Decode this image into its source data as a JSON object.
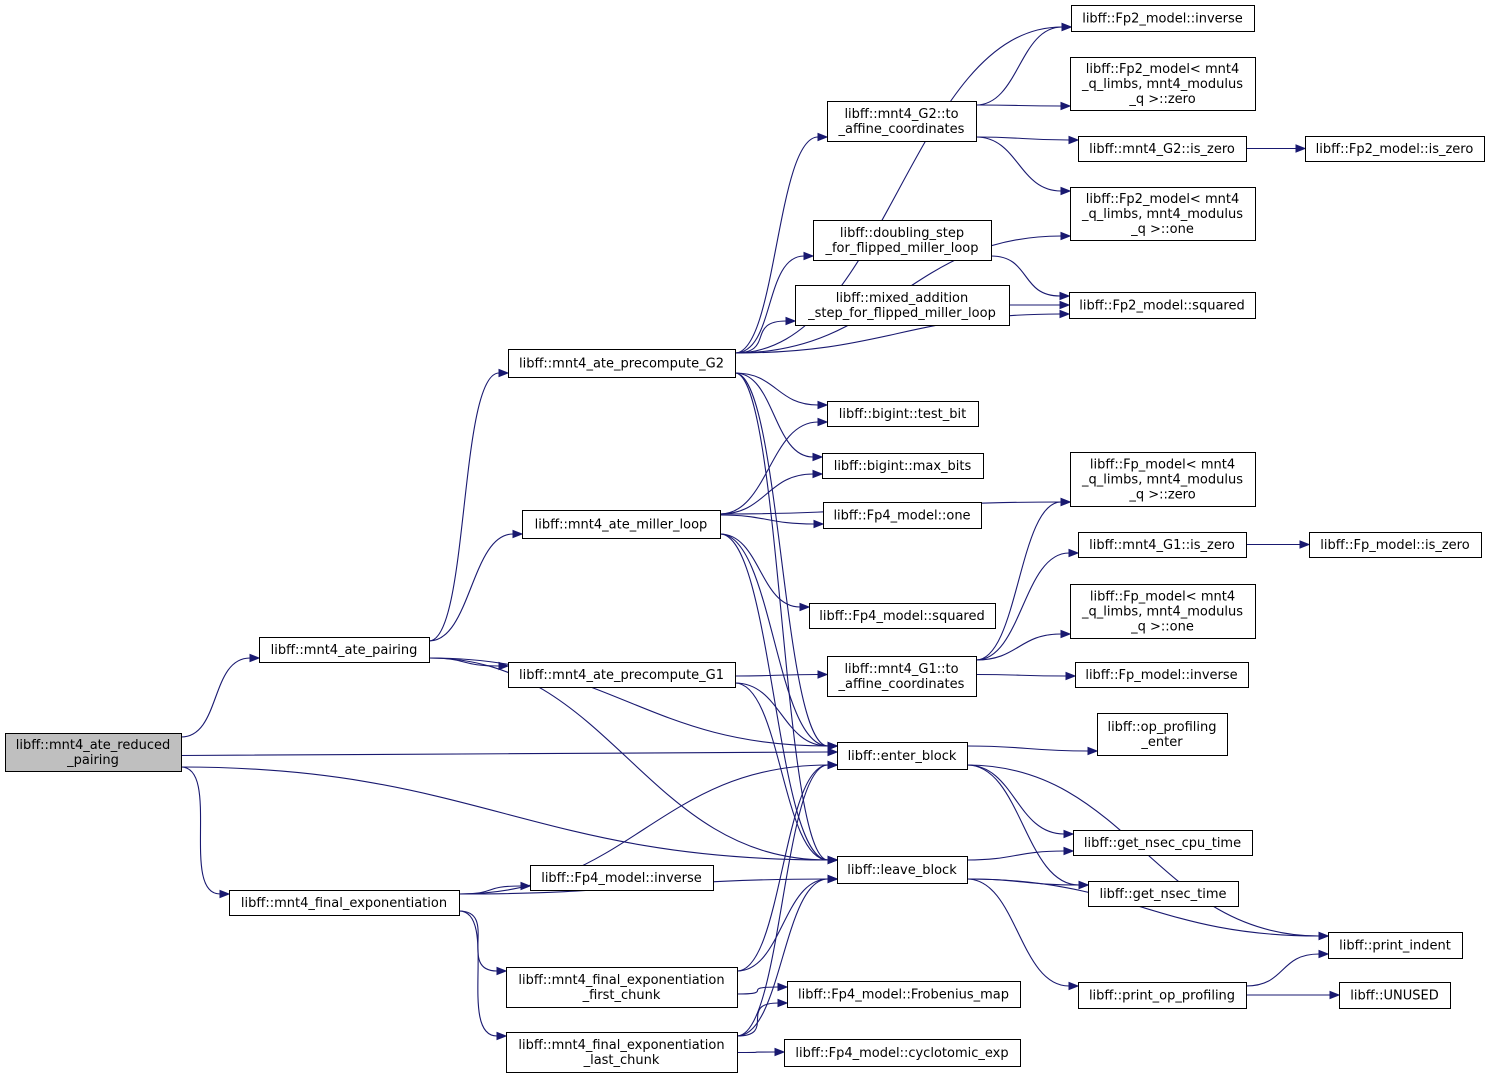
{
  "nodes": [
    {
      "id": "root",
      "lines": [
        "libff::mnt4_ate_reduced",
        "_pairing"
      ],
      "root": true
    },
    {
      "id": "ate_pairing",
      "lines": [
        "libff::mnt4_ate_pairing"
      ]
    },
    {
      "id": "final_exp",
      "lines": [
        "libff::mnt4_final_exponentiation"
      ]
    },
    {
      "id": "pre_G2",
      "lines": [
        "libff::mnt4_ate_precompute_G2"
      ]
    },
    {
      "id": "miller",
      "lines": [
        "libff::mnt4_ate_miller_loop"
      ]
    },
    {
      "id": "pre_G1",
      "lines": [
        "libff::mnt4_ate_precompute_G1"
      ]
    },
    {
      "id": "fp4_inverse",
      "lines": [
        "libff::Fp4_model::inverse"
      ]
    },
    {
      "id": "first_chunk",
      "lines": [
        "libff::mnt4_final_exponentiation",
        "_first_chunk"
      ]
    },
    {
      "id": "last_chunk",
      "lines": [
        "libff::mnt4_final_exponentiation",
        "_last_chunk"
      ]
    },
    {
      "id": "g2_affine",
      "lines": [
        "libff::mnt4_G2::to",
        "_affine_coordinates"
      ]
    },
    {
      "id": "doubling",
      "lines": [
        "libff::doubling_step",
        "_for_flipped_miller_loop"
      ]
    },
    {
      "id": "mixed_add",
      "lines": [
        "libff::mixed_addition",
        "_step_for_flipped_miller_loop"
      ]
    },
    {
      "id": "test_bit",
      "lines": [
        "libff::bigint::test_bit"
      ]
    },
    {
      "id": "max_bits",
      "lines": [
        "libff::bigint::max_bits"
      ]
    },
    {
      "id": "fp4_one",
      "lines": [
        "libff::Fp4_model::one"
      ]
    },
    {
      "id": "fp4_squared",
      "lines": [
        "libff::Fp4_model::squared"
      ]
    },
    {
      "id": "g1_affine",
      "lines": [
        "libff::mnt4_G1::to",
        "_affine_coordinates"
      ]
    },
    {
      "id": "enter_block",
      "lines": [
        "libff::enter_block"
      ]
    },
    {
      "id": "leave_block",
      "lines": [
        "libff::leave_block"
      ]
    },
    {
      "id": "frobenius",
      "lines": [
        "libff::Fp4_model::Frobenius_map"
      ]
    },
    {
      "id": "cyclotomic",
      "lines": [
        "libff::Fp4_model::cyclotomic_exp"
      ]
    },
    {
      "id": "fp2_inverse",
      "lines": [
        "libff::Fp2_model::inverse"
      ]
    },
    {
      "id": "fp2_zero",
      "lines": [
        "libff::Fp2_model< mnt4",
        "_q_limbs, mnt4_modulus",
        "_q >::zero"
      ]
    },
    {
      "id": "g2_is_zero",
      "lines": [
        "libff::mnt4_G2::is_zero"
      ]
    },
    {
      "id": "fp2_one",
      "lines": [
        "libff::Fp2_model< mnt4",
        "_q_limbs, mnt4_modulus",
        "_q >::one"
      ]
    },
    {
      "id": "fp2_squared",
      "lines": [
        "libff::Fp2_model::squared"
      ]
    },
    {
      "id": "fp_zero",
      "lines": [
        "libff::Fp_model< mnt4",
        "_q_limbs, mnt4_modulus",
        "_q >::zero"
      ]
    },
    {
      "id": "g1_is_zero",
      "lines": [
        "libff::mnt4_G1::is_zero"
      ]
    },
    {
      "id": "fp_one",
      "lines": [
        "libff::Fp_model< mnt4",
        "_q_limbs, mnt4_modulus",
        "_q >::one"
      ]
    },
    {
      "id": "fp_inverse",
      "lines": [
        "libff::Fp_model::inverse"
      ]
    },
    {
      "id": "op_prof_enter",
      "lines": [
        "libff::op_profiling",
        "_enter"
      ]
    },
    {
      "id": "cpu_time",
      "lines": [
        "libff::get_nsec_cpu_time"
      ]
    },
    {
      "id": "nsec_time",
      "lines": [
        "libff::get_nsec_time"
      ]
    },
    {
      "id": "print_op_prof",
      "lines": [
        "libff::print_op_profiling"
      ]
    },
    {
      "id": "fp2_is_zero",
      "lines": [
        "libff::Fp2_model::is_zero"
      ]
    },
    {
      "id": "fp_is_zero",
      "lines": [
        "libff::Fp_model::is_zero"
      ]
    },
    {
      "id": "print_indent",
      "lines": [
        "libff::print_indent"
      ]
    },
    {
      "id": "unused",
      "lines": [
        "libff::UNUSED"
      ]
    }
  ],
  "edges": [
    [
      "root",
      "ate_pairing"
    ],
    [
      "root",
      "final_exp"
    ],
    [
      "root",
      "enter_block"
    ],
    [
      "root",
      "leave_block"
    ],
    [
      "ate_pairing",
      "pre_G2"
    ],
    [
      "ate_pairing",
      "miller"
    ],
    [
      "ate_pairing",
      "pre_G1"
    ],
    [
      "ate_pairing",
      "enter_block"
    ],
    [
      "ate_pairing",
      "leave_block"
    ],
    [
      "final_exp",
      "fp4_inverse"
    ],
    [
      "final_exp",
      "first_chunk"
    ],
    [
      "final_exp",
      "last_chunk"
    ],
    [
      "final_exp",
      "enter_block"
    ],
    [
      "final_exp",
      "leave_block"
    ],
    [
      "pre_G2",
      "fp2_inverse"
    ],
    [
      "pre_G2",
      "g2_affine"
    ],
    [
      "pre_G2",
      "fp2_one"
    ],
    [
      "pre_G2",
      "doubling"
    ],
    [
      "pre_G2",
      "mixed_add"
    ],
    [
      "pre_G2",
      "fp2_squared"
    ],
    [
      "pre_G2",
      "test_bit"
    ],
    [
      "pre_G2",
      "max_bits"
    ],
    [
      "pre_G2",
      "enter_block"
    ],
    [
      "pre_G2",
      "leave_block"
    ],
    [
      "miller",
      "test_bit"
    ],
    [
      "miller",
      "max_bits"
    ],
    [
      "miller",
      "fp4_one"
    ],
    [
      "miller",
      "fp_zero"
    ],
    [
      "miller",
      "fp4_squared"
    ],
    [
      "miller",
      "enter_block"
    ],
    [
      "miller",
      "leave_block"
    ],
    [
      "pre_G1",
      "g1_affine"
    ],
    [
      "pre_G1",
      "enter_block"
    ],
    [
      "pre_G1",
      "leave_block"
    ],
    [
      "first_chunk",
      "frobenius"
    ],
    [
      "first_chunk",
      "enter_block"
    ],
    [
      "first_chunk",
      "leave_block"
    ],
    [
      "last_chunk",
      "frobenius"
    ],
    [
      "last_chunk",
      "cyclotomic"
    ],
    [
      "last_chunk",
      "enter_block"
    ],
    [
      "last_chunk",
      "leave_block"
    ],
    [
      "g2_affine",
      "fp2_inverse"
    ],
    [
      "g2_affine",
      "fp2_zero"
    ],
    [
      "g2_affine",
      "g2_is_zero"
    ],
    [
      "g2_affine",
      "fp2_one"
    ],
    [
      "g2_is_zero",
      "fp2_is_zero"
    ],
    [
      "doubling",
      "fp2_squared"
    ],
    [
      "mixed_add",
      "fp2_squared"
    ],
    [
      "g1_affine",
      "fp_zero"
    ],
    [
      "g1_affine",
      "g1_is_zero"
    ],
    [
      "g1_affine",
      "fp_one"
    ],
    [
      "g1_affine",
      "fp_inverse"
    ],
    [
      "g1_is_zero",
      "fp_is_zero"
    ],
    [
      "enter_block",
      "op_prof_enter"
    ],
    [
      "enter_block",
      "cpu_time"
    ],
    [
      "enter_block",
      "nsec_time"
    ],
    [
      "enter_block",
      "print_indent"
    ],
    [
      "leave_block",
      "cpu_time"
    ],
    [
      "leave_block",
      "nsec_time"
    ],
    [
      "leave_block",
      "print_op_prof"
    ],
    [
      "leave_block",
      "print_indent"
    ],
    [
      "print_op_prof",
      "print_indent"
    ],
    [
      "print_op_prof",
      "unused"
    ]
  ]
}
